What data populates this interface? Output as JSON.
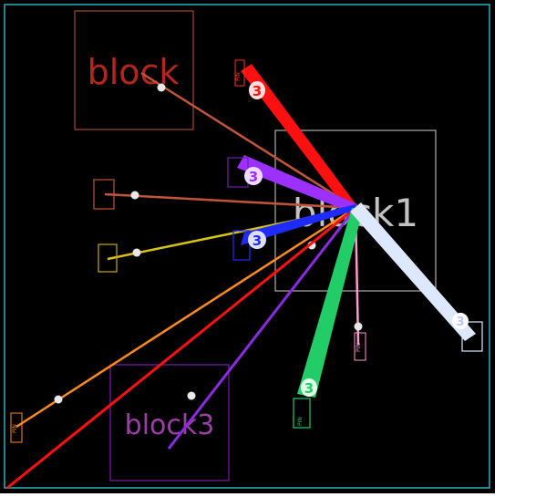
{
  "colors": {
    "background": "#000000",
    "border": "#2bb0b8",
    "outside": "#ffffff",
    "block_label": "#c0392b",
    "block1_label": "#d8d8d8",
    "block3_label": "#9b3fa6"
  },
  "blocks": [
    {
      "label": "block",
      "color": "#c0553a"
    },
    {
      "label": "block1",
      "color": "#d0d0d0"
    },
    {
      "label": "block3",
      "color": "#7a1fa2"
    }
  ],
  "thick_badges": [
    {
      "text": "3",
      "color": "#ff1010"
    },
    {
      "text": "3",
      "color": "#9b30ff"
    },
    {
      "text": "3",
      "color": "#1e2bff"
    },
    {
      "text": "3",
      "color": "#22cc66"
    },
    {
      "text": "3",
      "color": "#dde8ff"
    }
  ],
  "pin_tags": [
    {
      "text": "PIN",
      "color": "#ff2a2a"
    },
    {
      "text": "PIN",
      "color": "#c0553a"
    },
    {
      "text": "PIN",
      "color": "#ff8a20"
    },
    {
      "text": "PIN",
      "color": "#ff9ad0"
    },
    {
      "text": "PIN",
      "color": "#22cc66"
    }
  ]
}
